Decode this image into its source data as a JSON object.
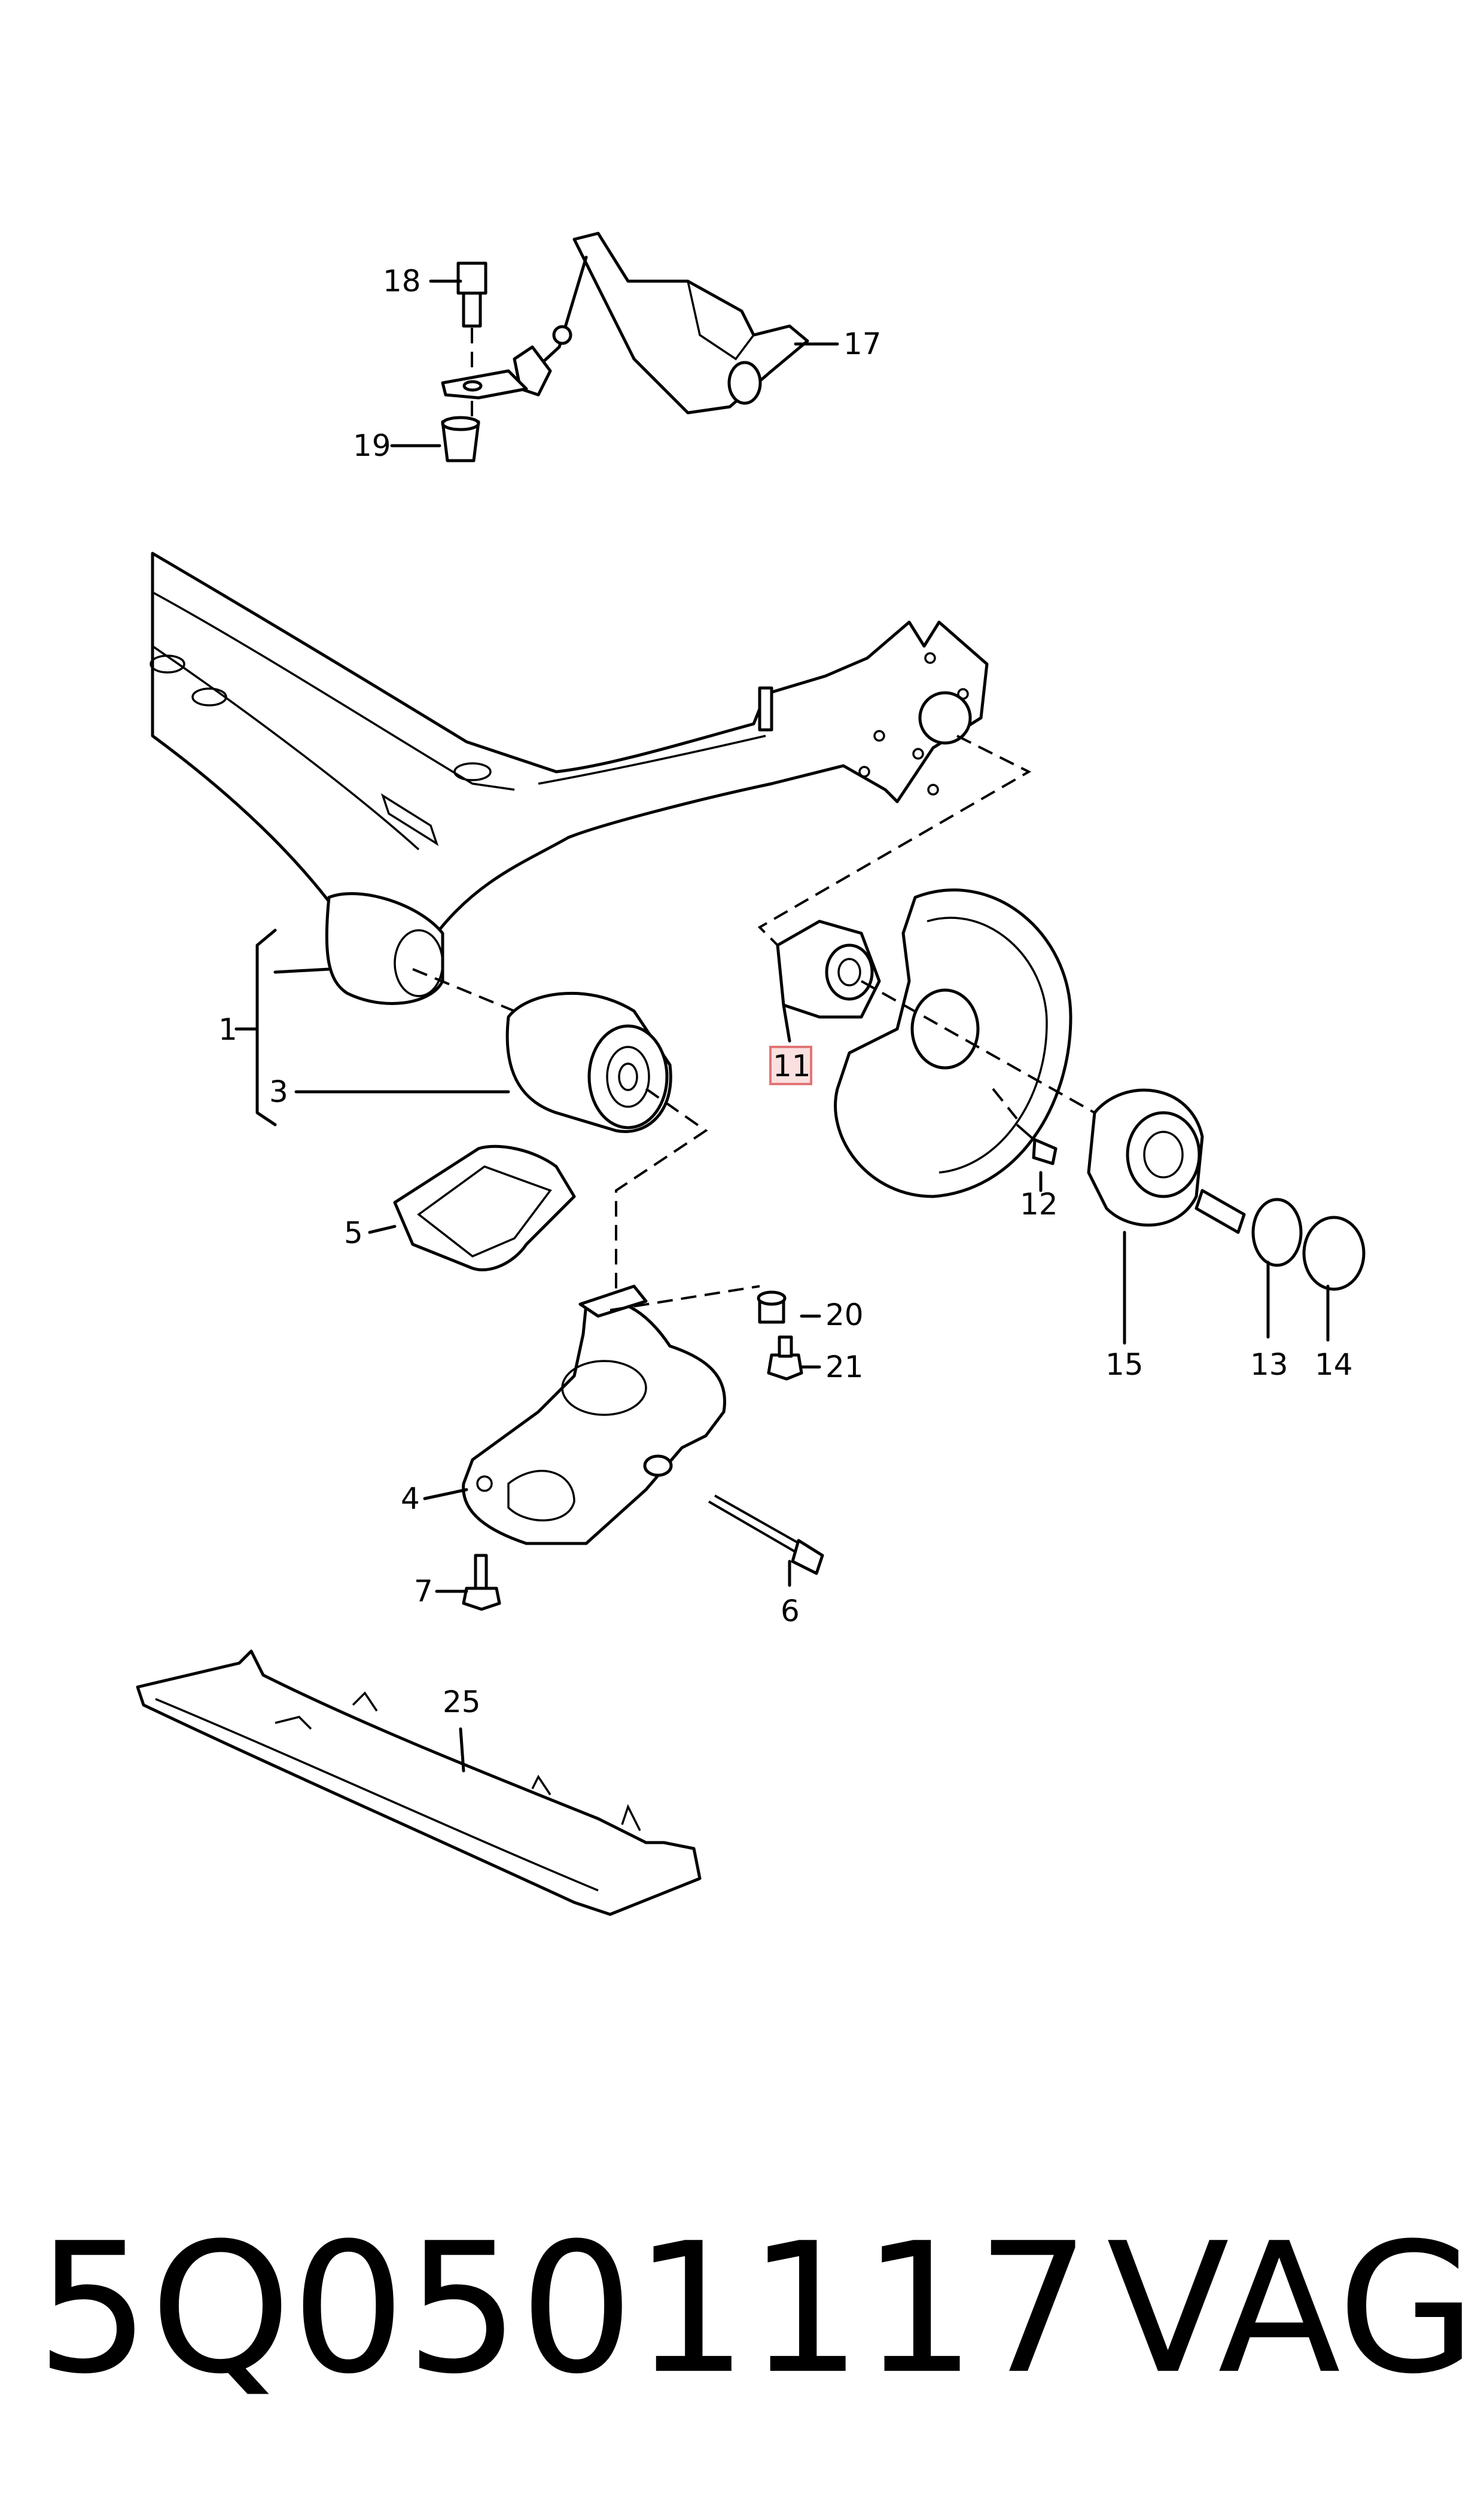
{
  "callouts": {
    "c1": "1",
    "c3": "3",
    "c4": "4",
    "c5": "5",
    "c6": "6",
    "c7": "7",
    "c11": "11",
    "c12": "12",
    "c13": "13",
    "c14": "14",
    "c15": "15",
    "c17": "17",
    "c18": "18",
    "c19": "19",
    "c20": "20",
    "c21": "21",
    "c25": "25"
  },
  "highlighted_callout": "11",
  "colors": {
    "highlight_fill": "#fbe0e0",
    "highlight_border": "#e27575",
    "line": "#000000"
  },
  "footer": {
    "part_number": "5Q0501117",
    "brand": "VAG"
  }
}
